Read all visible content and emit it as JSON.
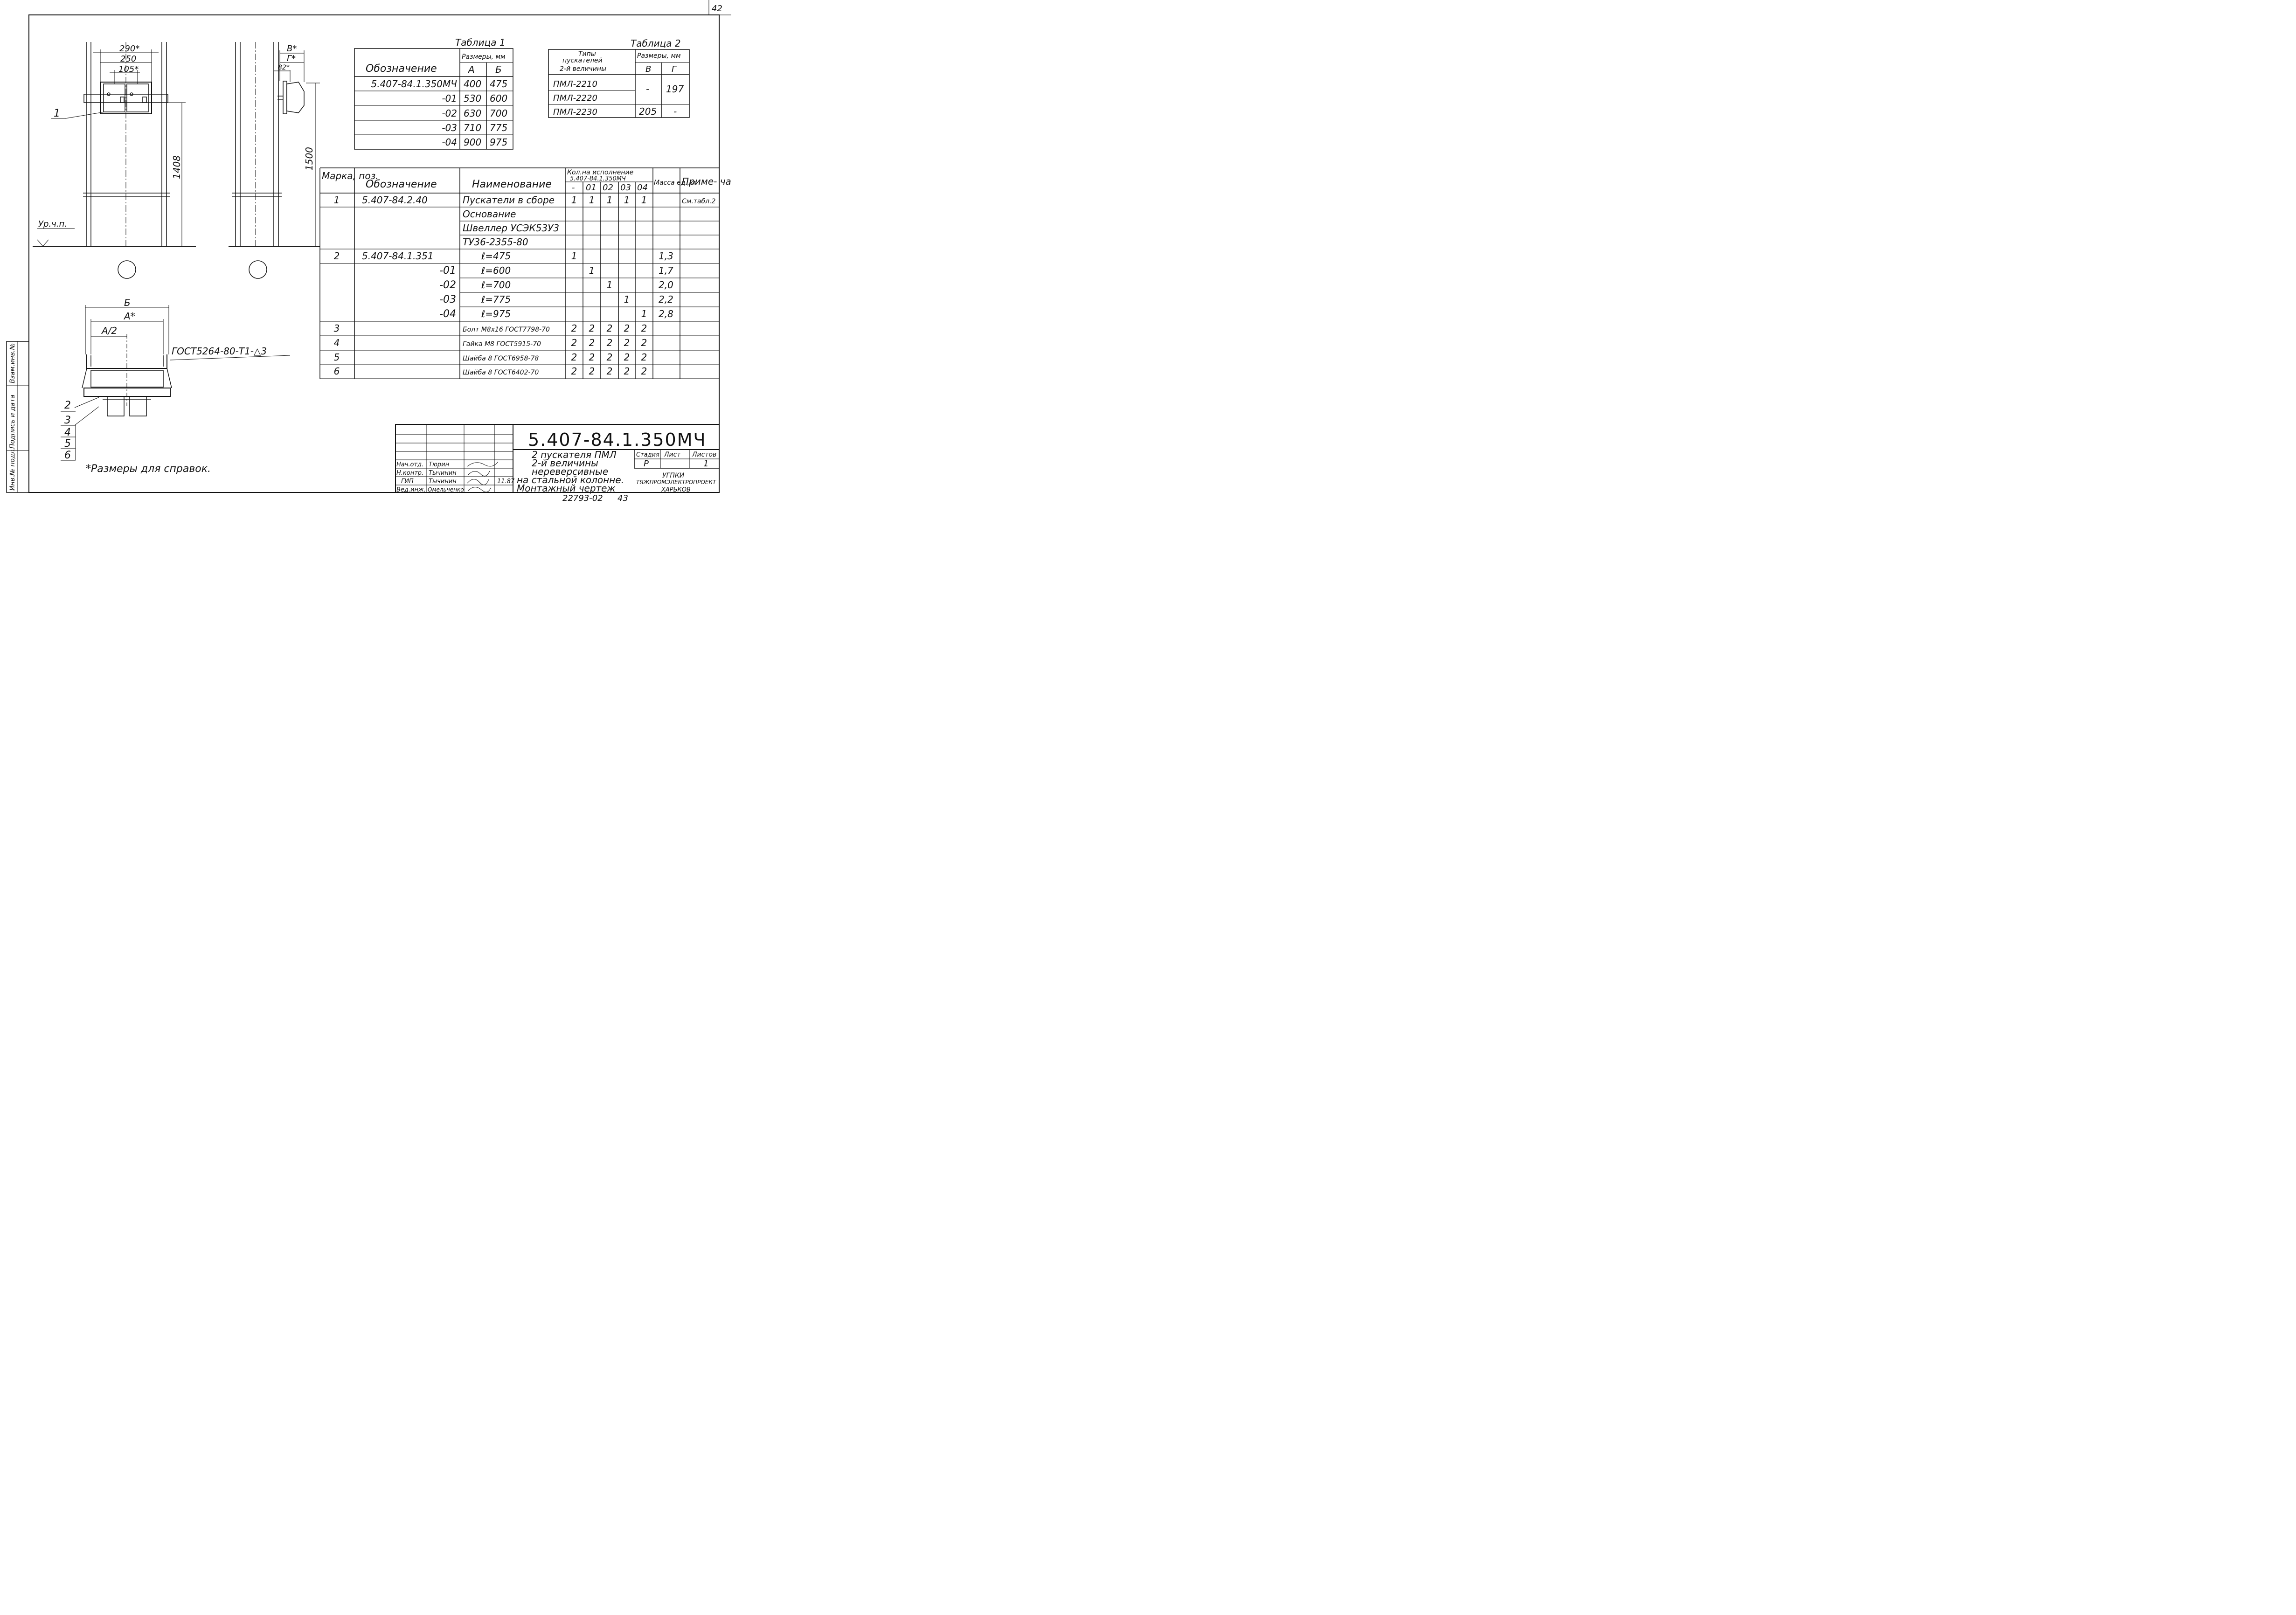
{
  "page_number_top": "42",
  "drawing_labels": {
    "front": {
      "dim_290": "290*",
      "dim_250": "250",
      "dim_105": "105*",
      "dim_1408": "1408",
      "pos_1": "1",
      "level_label": "Ур.ч.п."
    },
    "side": {
      "dim_B": "В*",
      "dim_G": "Г*",
      "dim_82": "82*",
      "dim_1500": "1500"
    },
    "plan": {
      "dim_B": "Б",
      "dim_A": "А*",
      "dim_A2": "А/2",
      "weld_note": "ГОСТ5264-80-Т1-△3",
      "pos_labels": [
        "2",
        "3",
        "4",
        "5",
        "6"
      ]
    }
  },
  "footnote": "*Размеры для справок.",
  "table1": {
    "title": "Таблица 1",
    "head_designation": "Обозначение",
    "head_sizes": "Размеры, мм",
    "col_a": "А",
    "col_b": "Б",
    "rows": [
      {
        "designation": "5.407-84.1.350МЧ",
        "a": "400",
        "b": "475"
      },
      {
        "designation": "-01",
        "a": "530",
        "b": "600"
      },
      {
        "designation": "-02",
        "a": "630",
        "b": "700"
      },
      {
        "designation": "-03",
        "a": "710",
        "b": "775"
      },
      {
        "designation": "-04",
        "a": "900",
        "b": "975"
      }
    ]
  },
  "table2": {
    "title": "Таблица 2",
    "head_types_1": "Типы",
    "head_types_2": "пускателей",
    "head_types_3": "2-й величины",
    "head_sizes": "Размеры, мм",
    "col_v": "В",
    "col_g": "Г",
    "rows": [
      {
        "type": "ПМЛ-2210"
      },
      {
        "type": "ПМЛ-2220"
      },
      {
        "type": "ПМЛ-2230"
      }
    ],
    "v_merged": "-",
    "g_merged": "197",
    "v_last": "205",
    "g_last": "-"
  },
  "spec_table": {
    "head_mark": "Марка, поз.",
    "head_designation": "Обозначение",
    "head_name": "Наименование",
    "head_qty": "Кол.на исполнение",
    "head_qty_code": "5.407-84.1.350МЧ",
    "qty_cols": [
      "-",
      "01",
      "02",
      "03",
      "04"
    ],
    "head_mass": "Масса ед.,кг",
    "head_note": "Приме- чание",
    "rows": [
      {
        "mark": "1",
        "designation": "5.407-84.2.40",
        "name": "Пускатели в сборе",
        "q": [
          "1",
          "1",
          "1",
          "1",
          "1"
        ],
        "mass": "",
        "note": "См.табл.2"
      },
      {
        "mark": "",
        "designation": "",
        "name": "Основание",
        "q": [
          "",
          "",
          "",
          "",
          ""
        ],
        "mass": "",
        "note": ""
      },
      {
        "mark": "",
        "designation": "",
        "name": "Швеллер УСЭК53У3",
        "q": [
          "",
          "",
          "",
          "",
          ""
        ],
        "mass": "",
        "note": ""
      },
      {
        "mark": "",
        "designation": "",
        "name": "ТУ36-2355-80",
        "q": [
          "",
          "",
          "",
          "",
          ""
        ],
        "mass": "",
        "note": ""
      },
      {
        "mark": "2",
        "designation": "5.407-84.1.351",
        "name": "ℓ=475",
        "q": [
          "1",
          "",
          "",
          "",
          ""
        ],
        "mass": "1,3",
        "note": ""
      },
      {
        "mark": "",
        "designation": "-01",
        "name": "ℓ=600",
        "q": [
          "",
          "1",
          "",
          "",
          ""
        ],
        "mass": "1,7",
        "note": ""
      },
      {
        "mark": "",
        "designation": "-02",
        "name": "ℓ=700",
        "q": [
          "",
          "",
          "1",
          "",
          ""
        ],
        "mass": "2,0",
        "note": ""
      },
      {
        "mark": "",
        "designation": "-03",
        "name": "ℓ=775",
        "q": [
          "",
          "",
          "",
          "1",
          ""
        ],
        "mass": "2,2",
        "note": ""
      },
      {
        "mark": "",
        "designation": "-04",
        "name": "ℓ=975",
        "q": [
          "",
          "",
          "",
          "",
          "1"
        ],
        "mass": "2,8",
        "note": ""
      },
      {
        "mark": "3",
        "designation": "",
        "name": "Болт М8х16 ГОСТ7798-70",
        "q": [
          "2",
          "2",
          "2",
          "2",
          "2"
        ],
        "mass": "",
        "note": ""
      },
      {
        "mark": "4",
        "designation": "",
        "name": "Гайка М8 ГОСТ5915-70",
        "q": [
          "2",
          "2",
          "2",
          "2",
          "2"
        ],
        "mass": "",
        "note": ""
      },
      {
        "mark": "5",
        "designation": "",
        "name": "Шайба 8 ГОСТ6958-78",
        "q": [
          "2",
          "2",
          "2",
          "2",
          "2"
        ],
        "mass": "",
        "note": ""
      },
      {
        "mark": "6",
        "designation": "",
        "name": "Шайба 8 ГОСТ6402-70",
        "q": [
          "2",
          "2",
          "2",
          "2",
          "2"
        ],
        "mass": "",
        "note": ""
      }
    ]
  },
  "title_block": {
    "code": "5.407-84.1.350МЧ",
    "title_lines": [
      "2 пускателя ПМЛ",
      "2-й величины",
      "нереверсивные",
      "на стальной колонне.",
      "Монтажный чертеж"
    ],
    "stage_label": "Стадия",
    "sheet_label": "Лист",
    "sheets_label": "Листов",
    "stage": "Р",
    "sheets": "1",
    "org_1": "УГПКИ",
    "org_2": "ТЯЖПРОМЭЛЕКТРОПРОЕКТ",
    "org_3": "ХАРЬКОВ",
    "roles": [
      {
        "role": "Нач.отд.",
        "name": "Тюрин"
      },
      {
        "role": "Н.контр.",
        "name": "Тычинин"
      },
      {
        "role": "ГИП",
        "name": "Тычинин"
      },
      {
        "role": "Вед.инж.",
        "name": "Омельченко"
      }
    ],
    "date": "11.87",
    "archive_no": "22793-02",
    "page_no": "43"
  },
  "side_stamp": {
    "inv_orig": "Инв.№ подл.",
    "sign_date": "Подпись и дата",
    "inv_replace": "Взам.инв.№"
  }
}
